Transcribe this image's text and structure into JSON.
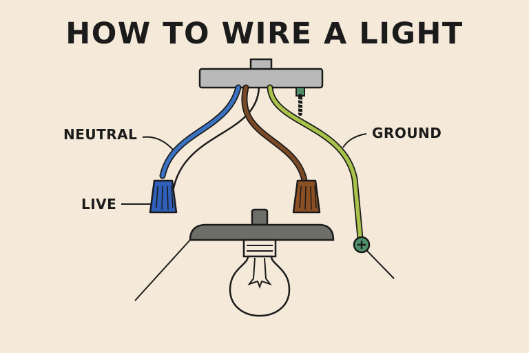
{
  "title": "HOW TO WIRE A LIGHT",
  "labels": {
    "neutral": "NEUTRAL",
    "live": "LIVE",
    "ground": "GROUND"
  },
  "colors": {
    "background": "#f5ead9",
    "neutral_wire": "#3a72c2",
    "live_wire": "#7a4a28",
    "ground_wire": "#a8c24a",
    "wire_nut_blue": "#2f5fb8",
    "wire_nut_brown": "#8a4f22",
    "ceiling_plate": "#b9b9b9",
    "canopy": "#6e6e68",
    "ground_screw": "#4f8f6a"
  },
  "icons": [
    "ceiling-mount-plate",
    "ground-screw-icon",
    "wire-nut-icon",
    "light-bulb-icon",
    "fixture-canopy",
    "ground-terminal-icon"
  ]
}
